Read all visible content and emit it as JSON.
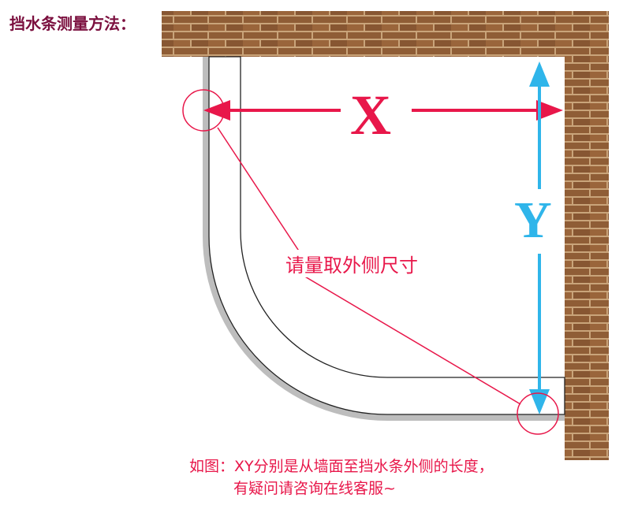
{
  "title": "挡水条测量方法：",
  "dimension_x": "X",
  "dimension_y": "Y",
  "callout": "请量取外侧尺寸",
  "note": {
    "line1": "如图：XY分别是从墙面至挡水条外侧的长度，",
    "line2": "有疑问请咨询在线客服~"
  },
  "colors": {
    "title": "#7b0f3e",
    "accent_red": "#e8174a",
    "accent_blue": "#2fb5ea",
    "brick": "#8a5a35",
    "mortar": "#c9a47a"
  }
}
